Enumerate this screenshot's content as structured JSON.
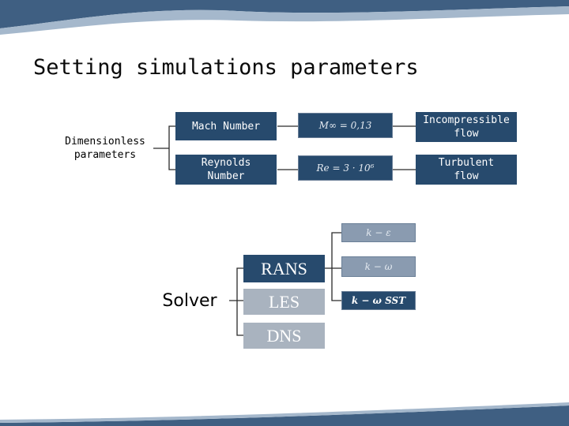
{
  "title": "Setting simulations parameters",
  "dimensionless": {
    "label": "Dimensionless\nparameters",
    "mach": {
      "label": "Mach Number",
      "formula": "M∞ = 0,13",
      "result": "Incompressible\nflow"
    },
    "reynolds": {
      "label": "Reynolds\nNumber",
      "formula": "Re = 3 · 10⁶",
      "result": "Turbulent\nflow"
    }
  },
  "solver": {
    "label": "Solver",
    "options": [
      "RANS",
      "LES",
      "DNS"
    ],
    "models": [
      "k − ε",
      "k − ω",
      "k − ω SST"
    ],
    "selected_model": "k − ω SST"
  },
  "colors": {
    "dark_blue": "#274a6d",
    "gray": "#a9b3bf",
    "light_gray_blue": "#a7b3c2"
  }
}
